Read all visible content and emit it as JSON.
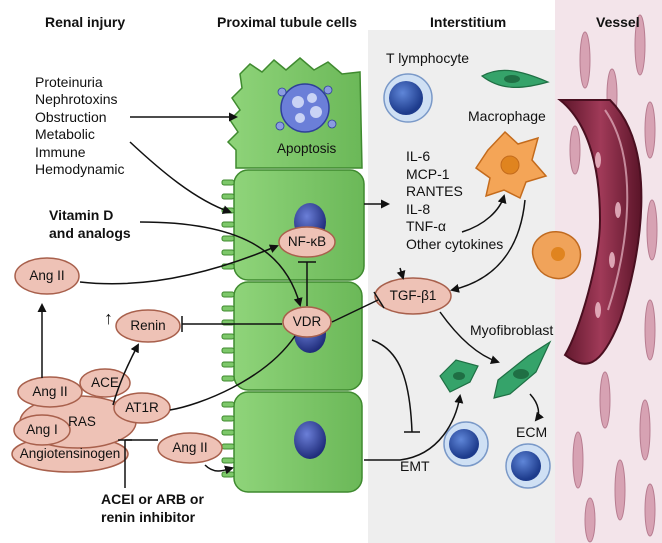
{
  "headers": {
    "renal_injury": "Renal injury",
    "proximal_tubule": "Proximal tubule cells",
    "interstitium": "Interstitium",
    "vessel": "Vessel"
  },
  "injury_causes": [
    "Proteinuria",
    "Nephrotoxins",
    "Obstruction",
    "Metabolic",
    "Immune",
    "Hemodynamic"
  ],
  "vitamin_d": [
    "Vitamin D",
    "and analogs"
  ],
  "apoptosis": "Apoptosis",
  "cytokines": [
    "IL-6",
    "MCP-1",
    "RANTES",
    "IL-8",
    "TNF-α",
    "Other cytokines"
  ],
  "ovals": {
    "nfkb": "NF-κB",
    "vdr": "VDR",
    "angii_top": "Ang II",
    "renin": "Renin",
    "tgf": "TGF-β1",
    "ace": "ACE",
    "angii_ras": "Ang II",
    "ras": "RAS",
    "at1r": "AT1R",
    "angi": "Ang I",
    "angii_bottom": "Ang II",
    "angiotensinogen": "Angiotensinogen"
  },
  "renin_up_arrow": "↑",
  "inhibitors": [
    "ACEI or ARB or",
    "renin inhibitor"
  ],
  "interstitium_labels": {
    "t_lymphocyte": "T lymphocyte",
    "macrophage": "Macrophage",
    "myofibroblast": "Myofibroblast",
    "ecm": "ECM",
    "emt": "EMT"
  },
  "colors": {
    "cell_green": "#7dc86a",
    "cell_border": "#3f8a2f",
    "nucleus": "#2e3f9a",
    "oval_fill": "#eec2b6",
    "oval_border": "#a8604c",
    "vessel": "#8a2a45",
    "interstitium_bg": "#ececec"
  }
}
